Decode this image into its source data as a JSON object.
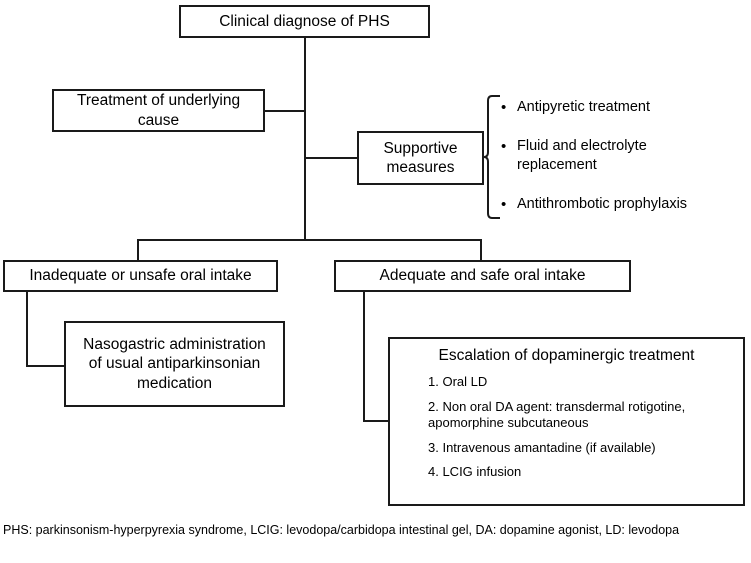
{
  "figure": {
    "type": "flowchart",
    "title_node": "Clinical diagnose of PHS",
    "footnote": "PHS: parkinsonism-hyperpyrexia syndrome, LCIG: levodopa/carbidopa intestinal gel, DA: dopamine agonist, LD: levodopa",
    "line_color": "#1a1a1a",
    "background": "#ffffff"
  },
  "nodes": {
    "diagnosis": {
      "label": "Clinical diagnose of PHS"
    },
    "underlying": {
      "label": "Treatment of underlying\ncause"
    },
    "supportive": {
      "label": "Supportive\nmeasures"
    },
    "inadequate": {
      "label": "Inadequate or unsafe oral intake"
    },
    "adequate": {
      "label": "Adequate and safe oral intake"
    },
    "nasogastric": {
      "label": "Nasogastric administration\nof usual antiparkinsonian\nmedication"
    },
    "escalation": {
      "title": "Escalation of dopaminergic treatment",
      "items": [
        "1. Oral LD",
        "2. Non oral DA agent: transdermal rotigotine, apomorphine subcutaneous",
        "3. Intravenous amantadine (if available)",
        "4. LCIG infusion"
      ]
    }
  },
  "supportive_measures_bullets": {
    "bullet_glyph": "•",
    "items": [
      "Antipyretic treatment",
      "Fluid and electrolyte replacement",
      "Antithrombotic prophylaxis"
    ]
  }
}
